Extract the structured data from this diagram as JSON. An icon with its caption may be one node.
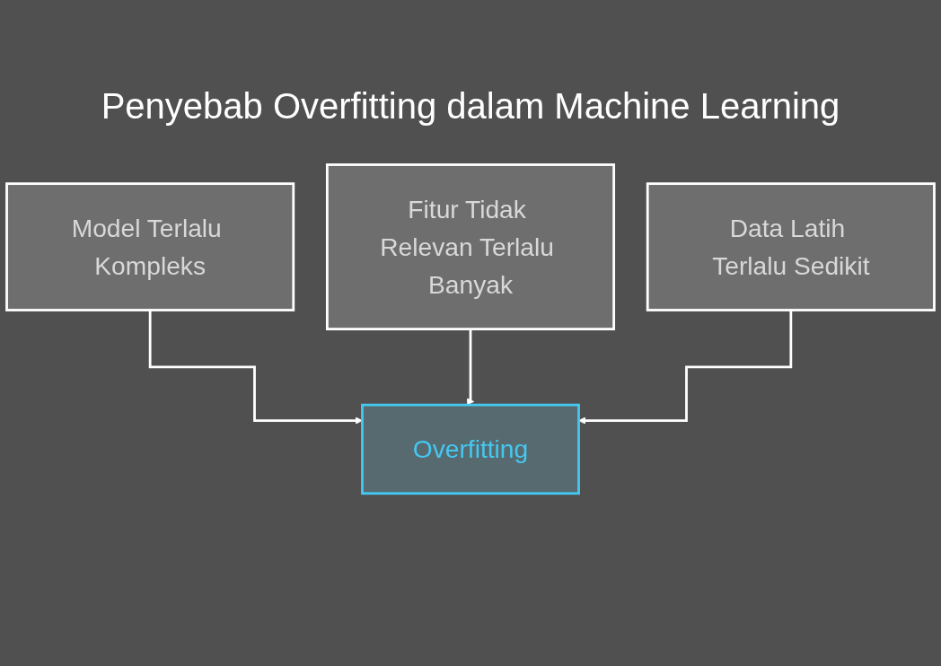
{
  "diagram": {
    "title": "Penyebab Overfitting dalam Machine Learning",
    "nodes": [
      {
        "text": [
          "Model Terlalu Kompleks"
        ]
      },
      {
        "text": [
          "Fitur Tidak Relevan Terlalu Banyak"
        ]
      },
      {
        "text": [
          "Data Latih Terlalu Sedikit"
        ]
      },
      {
        "text": [
          "Overfitting"
        ]
      }
    ],
    "edges": [
      {
        "from": 0,
        "to": 3,
        "arrow": "to"
      },
      {
        "from": 1,
        "to": 3,
        "arrow": "to"
      },
      {
        "from": 2,
        "to": 3,
        "arrow": "to"
      }
    ]
  }
}
